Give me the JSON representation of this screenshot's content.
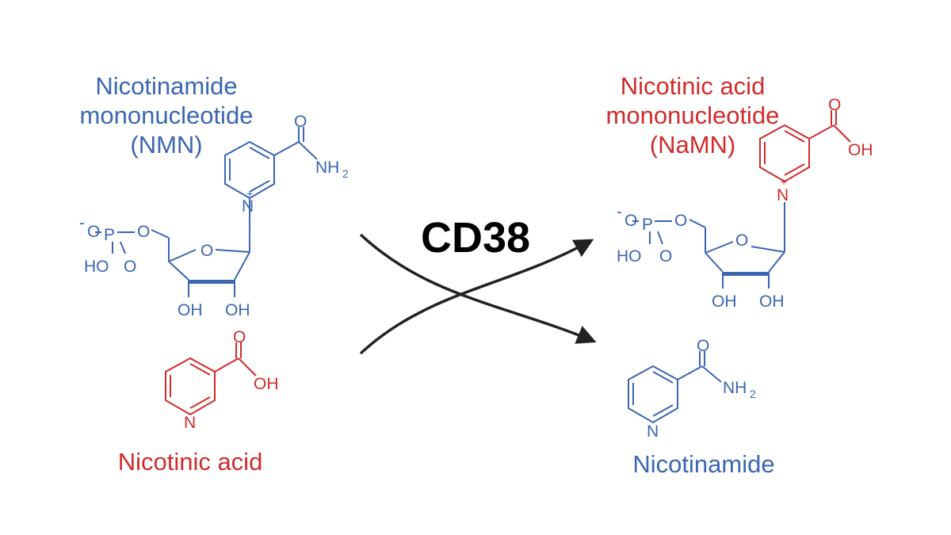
{
  "colors": {
    "substrate_blue": "#3b66b0",
    "substrate_red": "#d12b2b",
    "arrow": "#222222",
    "background": "#ffffff"
  },
  "enzyme": {
    "label": "CD38"
  },
  "reactants": {
    "nmn": {
      "name_lines": [
        "Nicotinamide",
        "mononucleotide",
        "(NMN)"
      ],
      "color": "blue"
    },
    "nicotinic_acid": {
      "name": "Nicotinic acid",
      "color": "red"
    }
  },
  "products": {
    "namn": {
      "name_lines": [
        "Nicotinic acid",
        "mononucleotide",
        "(NaMN)"
      ],
      "color": "red"
    },
    "nicotinamide": {
      "name": "Nicotinamide",
      "color": "blue"
    }
  },
  "atom_labels": {
    "oxygen": "O",
    "nitrogen": "N",
    "phosphorus": "P",
    "hydroxyl": "OH",
    "hydroxyl_left": "HO",
    "amine": "NH",
    "amine_subscript": "2",
    "plus": "+",
    "minus": "-"
  }
}
